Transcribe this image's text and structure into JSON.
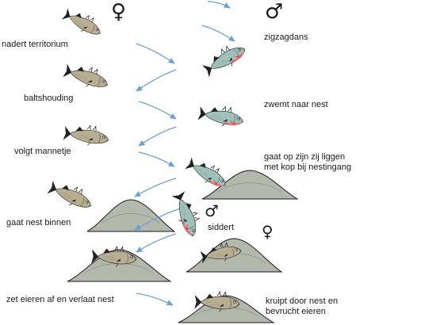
{
  "symbols": {
    "female": "♀",
    "male": "♂"
  },
  "female_steps": [
    "nadert territorium",
    "baltshouding",
    "volgt mannetje",
    "gaat nest binnen",
    "zet eieren af en verlaat nest"
  ],
  "male_steps": [
    "zigzagdans",
    "zwemt naar nest",
    "gaat op zijn zij liggen\nmet kop bij nestingang",
    "siddert",
    "kruipt door nest en\nbevrucht eieren"
  ],
  "colors": {
    "fish_body": "#b8ae92",
    "fish_outline": "#1a1a1a",
    "fish_fin": "#222222",
    "male_throat": "#e8605c",
    "male_back": "#9fc0bb",
    "nest": "#b3b8ad",
    "arrow": "#6fa0cf"
  },
  "icons": [
    "female-symbol-icon",
    "male-symbol-icon",
    "stickleback-fish-icon",
    "nest-icon",
    "arrow-icon"
  ]
}
